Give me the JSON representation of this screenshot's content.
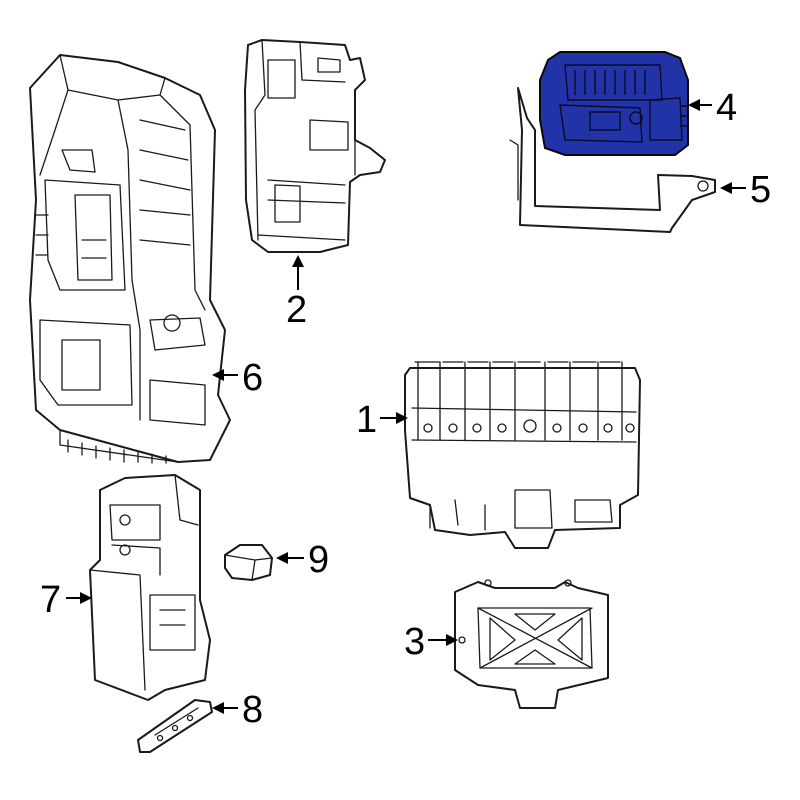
{
  "colors": {
    "line": "#1a1a1a",
    "background": "#ffffff",
    "highlight": "#2233a8"
  },
  "highlighted_part": "4",
  "callouts": [
    {
      "id": "1",
      "label": "1"
    },
    {
      "id": "2",
      "label": "2"
    },
    {
      "id": "3",
      "label": "3"
    },
    {
      "id": "4",
      "label": "4"
    },
    {
      "id": "5",
      "label": "5"
    },
    {
      "id": "6",
      "label": "6"
    },
    {
      "id": "7",
      "label": "7"
    },
    {
      "id": "8",
      "label": "8"
    },
    {
      "id": "9",
      "label": "9"
    }
  ]
}
